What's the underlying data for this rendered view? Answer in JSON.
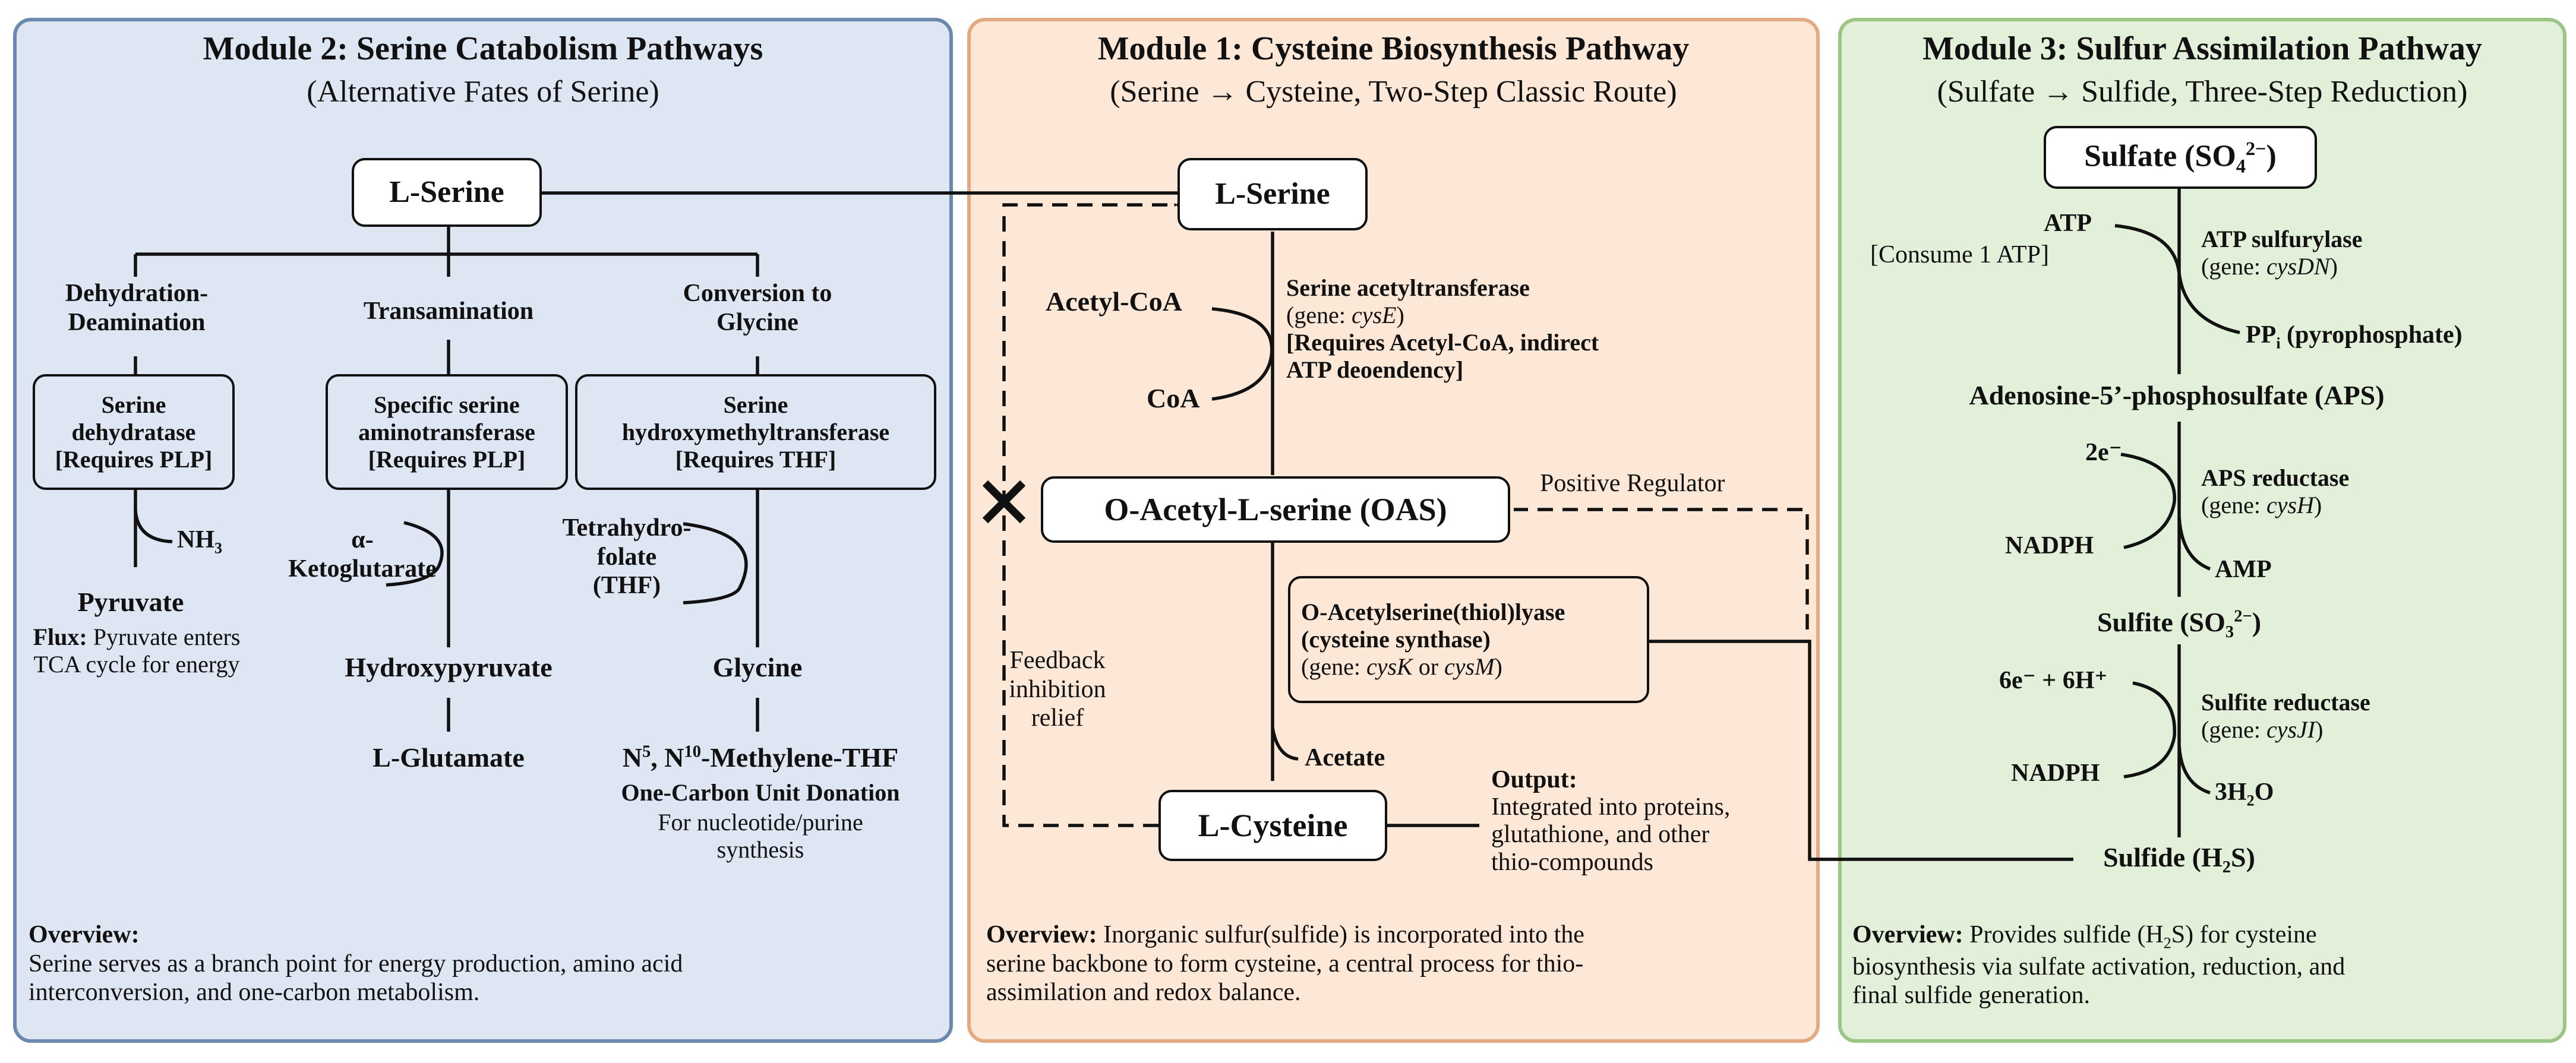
{
  "module2": {
    "title": "Module 2: Serine Catabolism Pathways",
    "subtitle": "(Alternative Fates of Serine)",
    "start": "L-Serine",
    "branch1": {
      "label_line1": "Dehydration-",
      "label_line2": "Deamination",
      "enzyme_line1": "Serine",
      "enzyme_line2": "dehydratase",
      "enzyme_line3": "[Requires PLP]",
      "side_product": "NH",
      "side_product_sub": "3",
      "product": "Pyruvate",
      "flux_label": "Flux:",
      "flux_text_line1": " Pyruvate enters",
      "flux_text_line2": "TCA cycle for energy"
    },
    "branch2": {
      "label": "Transamination",
      "enzyme_line1": "Specific serine",
      "enzyme_line2": "aminotransferase",
      "enzyme_line3": "[Requires PLP]",
      "cosubstrate_line1": "α-",
      "cosubstrate_line2": "Ketoglutarate",
      "product": "Hydroxypyruvate",
      "byproduct": "L-Glutamate"
    },
    "branch3": {
      "label_line1": "Conversion to",
      "label_line2": "Glycine",
      "enzyme_line1": "Serine",
      "enzyme_line2": "hydroxymethyltransferase",
      "enzyme_line3": "[Requires THF]",
      "cofactor_line1": "Tetrahydro-",
      "cofactor_line2": "folate",
      "cofactor_line3": "(THF)",
      "product": "Glycine",
      "byproduct_prefix": "N",
      "byproduct_sup1": "5",
      "byproduct_mid": ", N",
      "byproduct_sup2": "10",
      "byproduct_suffix": "-Methylene-THF",
      "note_bold": "One-Carbon Unit Donation",
      "note_line1": "For nucleotide/purine",
      "note_line2": "synthesis"
    },
    "overview_label": "Overview:",
    "overview_line1": "Serine serves as a branch point for energy production, amino acid",
    "overview_line2": "interconversion, and one-carbon metabolism."
  },
  "module1": {
    "title": "Module 1: Cysteine Biosynthesis Pathway",
    "subtitle": "(Serine → Cysteine, Two-Step Classic Route)",
    "start": "L-Serine",
    "cosubstrate": "Acetyl-CoA",
    "coproduct": "CoA",
    "enzyme1_name": "Serine acetyltransferase",
    "enzyme1_gene_prefix": "(gene: ",
    "enzyme1_gene": "cysE",
    "enzyme1_gene_suffix": ")",
    "enzyme1_note_line1": "[Requires Acetyl-CoA, indirect",
    "enzyme1_note_line2": "ATP deoendency]",
    "intermediate": "O-Acetyl-L-serine (OAS)",
    "regulator_label": "Positive Regulator",
    "feedback_line1": "Feedback",
    "feedback_line2": "inhibition",
    "feedback_line3": "relief",
    "enzyme2_line1": "O-Acetylserine(thiol)lyase",
    "enzyme2_line2": "(cysteine synthase)",
    "enzyme2_gene_prefix": "(gene: ",
    "enzyme2_gene_a": "cysK",
    "enzyme2_gene_or": " or ",
    "enzyme2_gene_b": "cysM",
    "enzyme2_gene_suffix": ")",
    "byproduct": "Acetate",
    "product": "L-Cysteine",
    "output_label": "Output:",
    "output_line1": "Integrated into proteins,",
    "output_line2": "glutathione, and other",
    "output_line3": "thio-compounds",
    "overview_label": "Overview:",
    "overview_line1": " Inorganic sulfur(sulfide) is incorporated into the",
    "overview_line2": "serine backbone to form cysteine, a central process for thio-",
    "overview_line3": "assimilation and redox balance."
  },
  "module3": {
    "title": "Module 3: Sulfur Assimilation Pathway",
    "subtitle": "(Sulfate → Sulfide, Three-Step Reduction)",
    "start_prefix": "Sulfate (SO",
    "start_sub": "4",
    "start_sup": "2−",
    "start_suffix": ")",
    "atp": "ATP",
    "atp_note": "[Consume 1 ATP]",
    "enzyme1_name": "ATP sulfurylase",
    "enzyme1_gene_prefix": "(gene: ",
    "enzyme1_gene": "cysDN",
    "enzyme1_gene_suffix": ")",
    "ppi_prefix": "PP",
    "ppi_sub": "i",
    "ppi_suffix": " (pyrophosphate)",
    "aps": "Adenosine-5’-phosphosulfate (APS)",
    "electrons1": "2e⁻",
    "nadph1": "NADPH",
    "enzyme2_name": "APS reductase",
    "enzyme2_gene_prefix": "(gene: ",
    "enzyme2_gene": "cysH",
    "enzyme2_gene_suffix": ")",
    "amp": "AMP",
    "sulfite_prefix": "Sulfite (SO",
    "sulfite_sub": "3",
    "sulfite_sup": "2−",
    "sulfite_suffix": ")",
    "electrons2": "6e⁻ + 6H⁺",
    "nadph2": "NADPH",
    "enzyme3_name": "Sulfite reductase",
    "enzyme3_gene_prefix": "(gene: ",
    "enzyme3_gene": "cysJI",
    "enzyme3_gene_suffix": ")",
    "water_prefix": "3H",
    "water_sub": "2",
    "water_suffix": "O",
    "end_prefix": "Sulfide (H",
    "end_sub": "2",
    "end_suffix": "S)",
    "overview_label": "Overview:",
    "overview_line1_prefix": " Provides sulfide (H",
    "overview_line1_sub": "2",
    "overview_line1_suffix": "S) for cysteine",
    "overview_line2": "biosynthesis via sulfate activation, reduction, and",
    "overview_line3": "final sulfide generation."
  },
  "colors": {
    "module2_fill": "#dde6f2",
    "module2_border": "#6b89ad",
    "module1_fill": "#fde7d6",
    "module1_border": "#e2a982",
    "module3_fill": "#e2efd9",
    "module3_border": "#9cc586",
    "line": "#111111"
  }
}
